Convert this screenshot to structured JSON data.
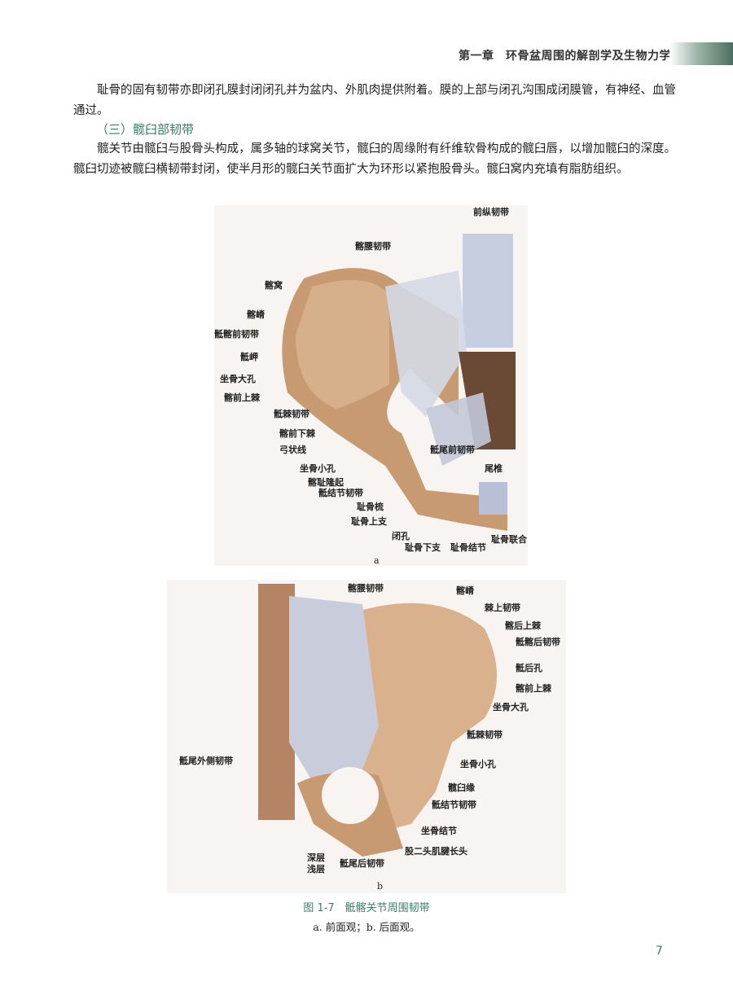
{
  "header": {
    "chapter_title": "第一章　环骨盆周围的解剖学及生物力学",
    "accent_color": "#4d6e60"
  },
  "body": {
    "paragraph_1": "耻骨的固有韧带亦即闭孔膜封闭闭孔并为盆内、外肌肉提供附着。膜的上部与闭孔沟围成闭膜管，有神经、血管通过。",
    "subheading": "（三）髋臼部韧带",
    "paragraph_2": "髋关节由髋臼与股骨头构成，属多轴的球窝关节，髋臼的周缘附有纤维软骨构成的髋臼唇，以增加髋臼的深度。髋臼切迹被髋臼横韧带封闭，使半月形的髋臼关节面扩大为环形以紧抱股骨头。髋臼窝内充填有脂肪组织。"
  },
  "figure": {
    "panel_a": {
      "letter": "a",
      "labels": [
        "前纵韧带",
        "髂腰韧带",
        "髂窝",
        "髂嵴",
        "骶髂前韧带",
        "骶岬",
        "坐骨大孔",
        "髂前上棘",
        "骶棘韧带",
        "髂前下棘",
        "弓状线",
        "骶尾前韧带",
        "坐骨小孔",
        "尾椎",
        "髂耻隆起",
        "骶结节韧带",
        "耻骨梳",
        "耻骨上支",
        "闭孔",
        "耻骨下支",
        "耻骨结节",
        "耻骨联合"
      ]
    },
    "panel_b": {
      "letter": "b",
      "labels": [
        "髂腰韧带",
        "髂嵴",
        "棘上韧带",
        "髂后上棘",
        "骶髂后韧带",
        "骶后孔",
        "髂前上棘",
        "坐骨大孔",
        "骶棘韧带",
        "骶尾外侧韧带",
        "坐骨小孔",
        "髋臼缘",
        "骶结节韧带",
        "坐骨结节",
        "股二头肌腱长头",
        "深层",
        "浅层",
        "骶尾后韧带"
      ]
    },
    "caption_title": "图 1-7　骶髂关节周围韧带",
    "caption_sub": "a. 前面观；b. 后面观。"
  },
  "footer": {
    "page_number": "7"
  }
}
